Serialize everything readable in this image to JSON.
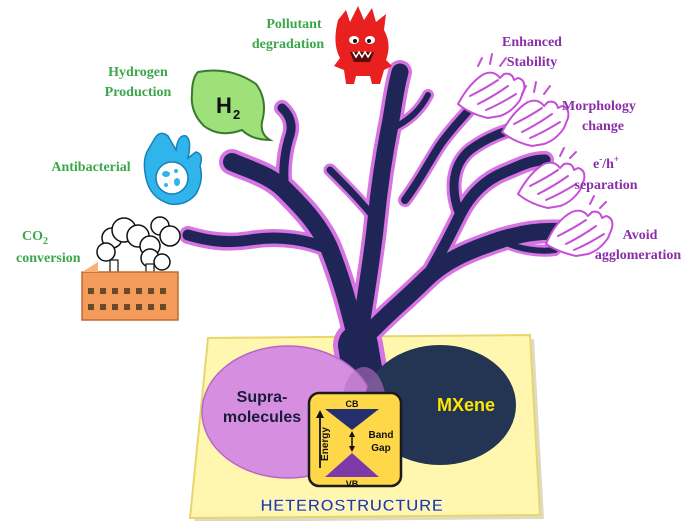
{
  "labels": {
    "pollutant_line1": "Pollutant",
    "pollutant_line2": "degradation",
    "hydrogen_line1": "Hydrogen",
    "hydrogen_line2": "Production",
    "antibacterial": "Antibacterial",
    "co2_line1_main": "CO",
    "co2_line1_sub": "2",
    "co2_line2": "conversion",
    "enhanced_line1": "Enhanced",
    "enhanced_line2": "Stability",
    "morphology_line1": "Morphology",
    "morphology_line2": "change",
    "eh_e": "e",
    "eh_e_sup": "-",
    "eh_slash": "/h",
    "eh_h_sup": "+",
    "eh_line2": "separation",
    "avoid_line1": "Avoid",
    "avoid_line2": "agglomeration"
  },
  "h2_bubble": {
    "main": "H",
    "sub": "2"
  },
  "venn": {
    "left_line1": "Supra-",
    "left_line2": "molecules",
    "right": "MXene"
  },
  "band_diagram": {
    "cb": "CB",
    "vb": "VB",
    "energy": "Energy",
    "gap_line1": "Band",
    "gap_line2": "Gap"
  },
  "base_title": "HETEROSTRUCTURE",
  "colors": {
    "tree_fill": "#1f2556",
    "tree_glow": "#d774e3",
    "base_yellow": "#fff6b0",
    "left_circle": "#d68fe0",
    "right_circle": "#243554",
    "title_blue": "#2b3d8f",
    "green_label": "#3aa84a",
    "purple_label": "#8a2fa8"
  }
}
